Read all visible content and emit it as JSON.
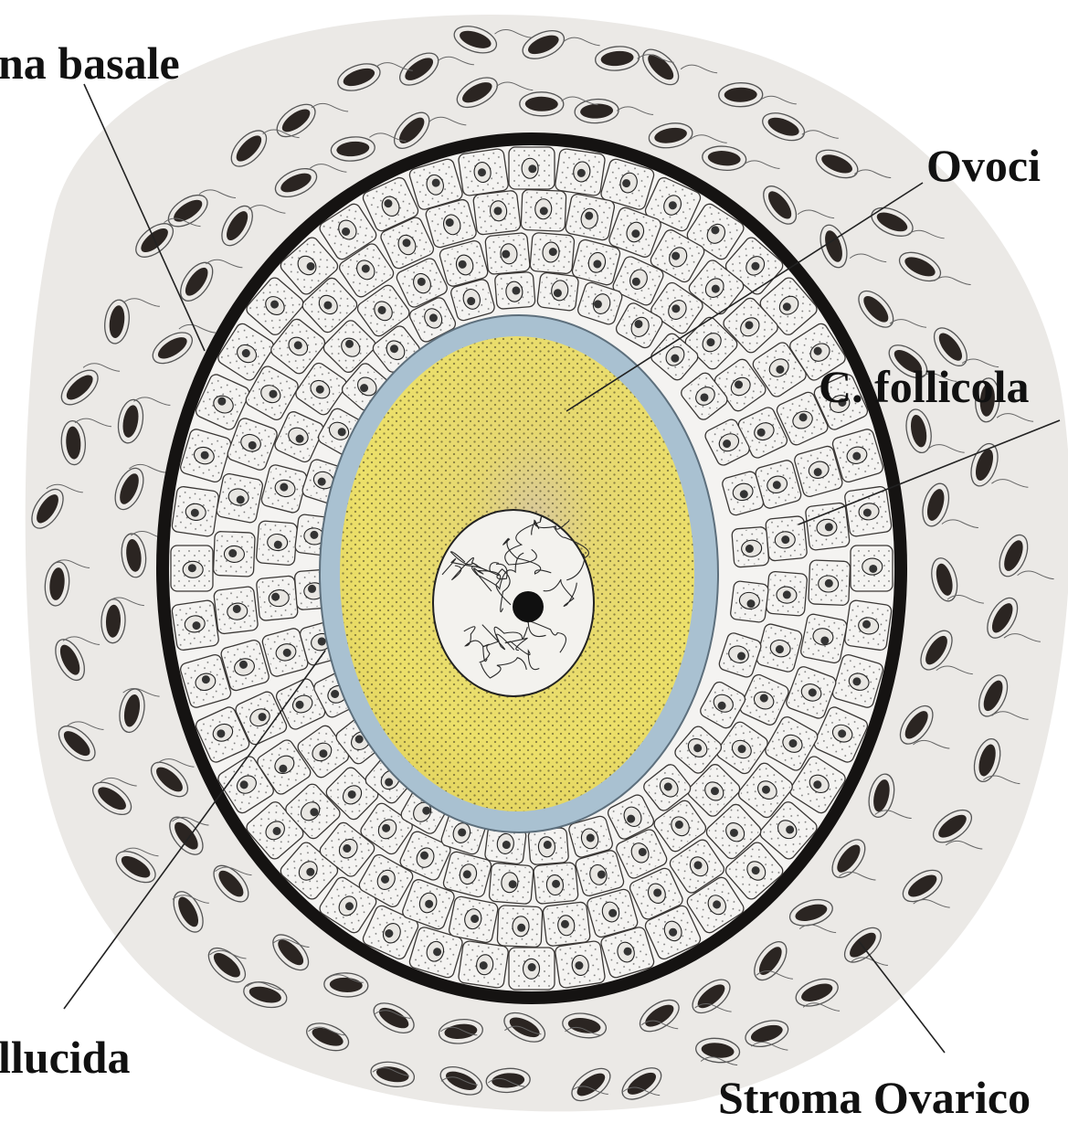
{
  "labels": {
    "membrana_basale": "na basale",
    "ovocita": "Ovoci",
    "cellule_follicolari": "C. follicola",
    "zona_pellucida": "llucida",
    "stroma_ovarico": "Stroma Ovarico"
  },
  "colors": {
    "stroma_bg": "#ebe9e6",
    "stroma_nucleus": "#2b2522",
    "basal_membrane": "#151312",
    "follicular_cell_fill": "#f4f3f1",
    "follicular_cell_border": "#3a3735",
    "zona_pellucida": "#a9c1d1",
    "ooplasm": "#e4d66a",
    "ooplasm_dots": "#3b3620",
    "nucleolus": "#101010",
    "leader_line": "#222222"
  }
}
